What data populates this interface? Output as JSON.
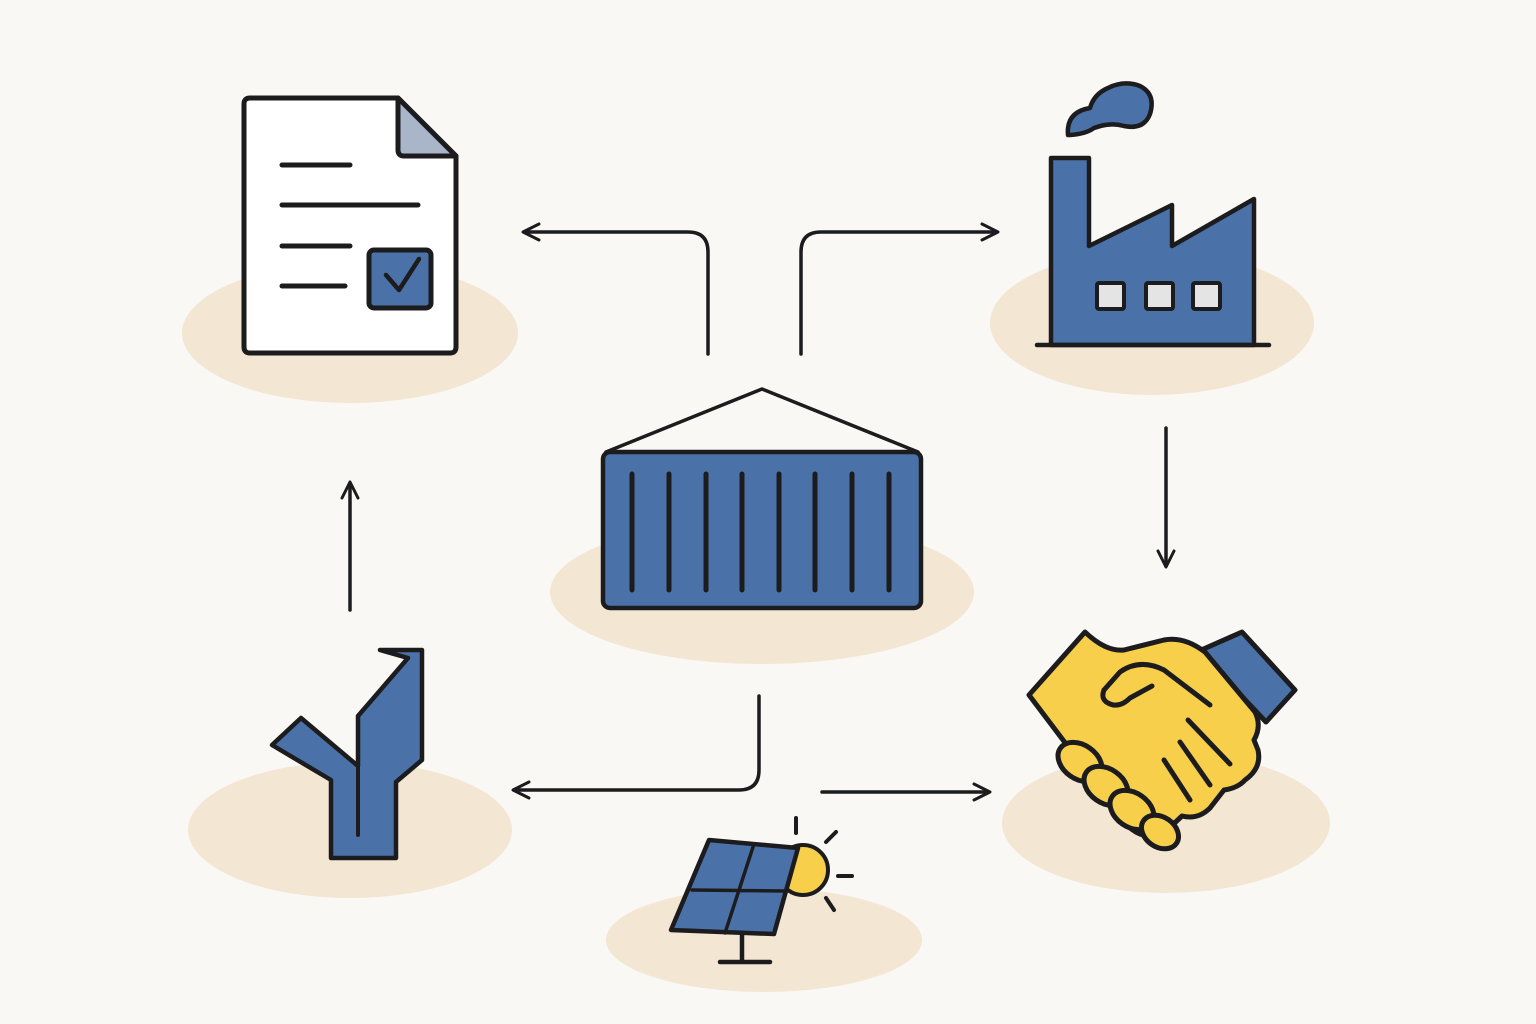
{
  "colors": {
    "background": "#FAF8F4",
    "ink": "#1C1C1E",
    "blue": "#4A72A8",
    "yellow": "#F7CF4A",
    "sand": "#F3E6D3",
    "paper": "#FFFFFF",
    "fold": "#A9B6C9",
    "window": "#E4E4E4"
  },
  "nodes": [
    {
      "id": "document",
      "icon": "document-check-icon"
    },
    {
      "id": "factory",
      "icon": "factory-icon"
    },
    {
      "id": "container",
      "icon": "shipping-container-icon"
    },
    {
      "id": "split",
      "icon": "split-road-icon"
    },
    {
      "id": "handshake",
      "icon": "handshake-icon"
    },
    {
      "id": "solar",
      "icon": "solar-panel-sun-icon"
    }
  ],
  "edges": [
    {
      "from": "container",
      "to": "document"
    },
    {
      "from": "container",
      "to": "factory"
    },
    {
      "from": "factory",
      "to": "handshake"
    },
    {
      "from": "container",
      "to": "split"
    },
    {
      "from": "solar",
      "to": "handshake"
    },
    {
      "from": "split",
      "to": "document"
    }
  ]
}
